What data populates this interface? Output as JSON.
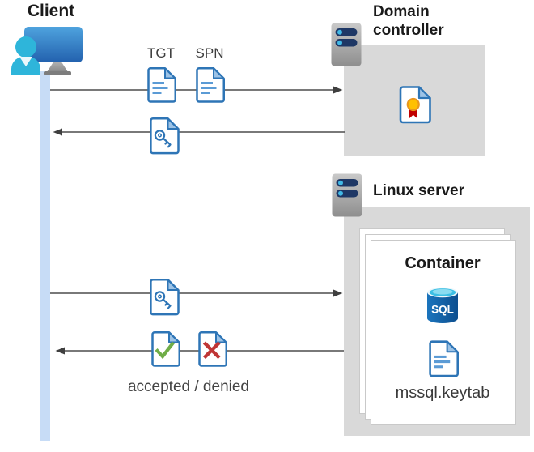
{
  "client": {
    "label": "Client"
  },
  "domain_controller": {
    "label": "Domain controller"
  },
  "linux_server": {
    "label": "Linux server"
  },
  "container": {
    "label": "Container",
    "sql_label": "SQL",
    "keytab_label": "mssql.keytab"
  },
  "flows": {
    "tgt_label": "TGT",
    "spn_label": "SPN",
    "result_label": "accepted / denied"
  },
  "icons": {
    "client-user-icon": "person silhouette in front of monitor",
    "client-monitor-icon": "blue desktop monitor",
    "server-icon": "gray server tower with two indicator bars",
    "certificate-document-icon": "document with yellow rosette and red ribbon",
    "text-document-icon": "blue document with text lines (ticket)",
    "key-document-icon": "blue document with key (service ticket)",
    "accepted-document-icon": "document with green check mark",
    "denied-document-icon": "document with red x mark",
    "sql-database-icon": "blue SQL database cylinder",
    "keytab-document-icon": "blue document with text lines"
  },
  "colors": {
    "doc_border_blue": "#2e75b6",
    "doc_fold_light_blue": "#9dc3e6",
    "doc_line_blue": "#5b9bd5",
    "accepted_green": "#6fad47",
    "denied_red": "#bf3535",
    "rosette_yellow": "#ffc000",
    "ribbon_red": "#c00000",
    "sql_body_blue": "#1060a8",
    "sql_top_cyan": "#3cbfe4",
    "box_gray": "#d9d9d9",
    "lifeline_blue": "#c7dcf6",
    "server_pill_navy": "#1e3765",
    "server_dot_cyan": "#41b9e6",
    "arrow_gray": "#4d4d4d"
  }
}
